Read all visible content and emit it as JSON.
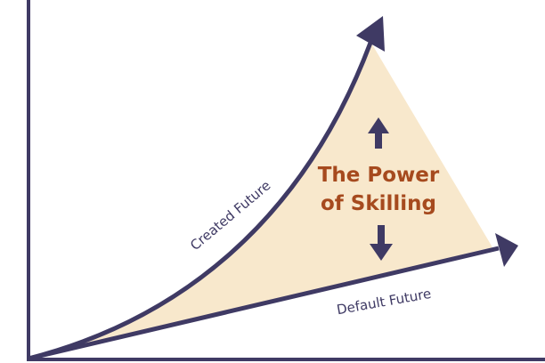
{
  "diagram": {
    "title_line1": "The Power",
    "title_line2": "of Skilling",
    "created_label": "Created Future",
    "default_label": "Default Future",
    "colors": {
      "line": "#3f3a64",
      "fill": "#f8e8cc",
      "title": "#a64a1e"
    }
  }
}
